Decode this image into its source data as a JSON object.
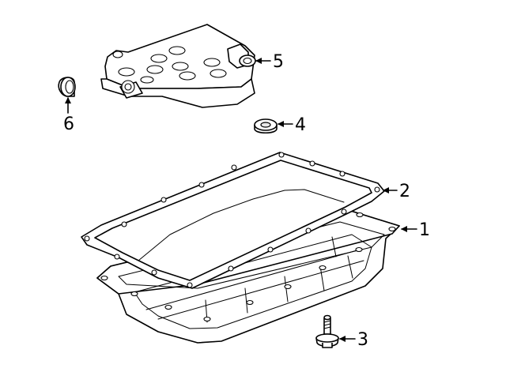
{
  "callouts": [
    {
      "number": "1",
      "part": "transmission-pan"
    },
    {
      "number": "2",
      "part": "pan-gasket"
    },
    {
      "number": "3",
      "part": "pan-bolt"
    },
    {
      "number": "4",
      "part": "seal"
    },
    {
      "number": "5",
      "part": "filter-o-ring"
    },
    {
      "number": "6",
      "part": "filter-seal"
    }
  ],
  "colors": {
    "line": "#000000",
    "background": "#ffffff",
    "shade": "#e9e9e9"
  }
}
